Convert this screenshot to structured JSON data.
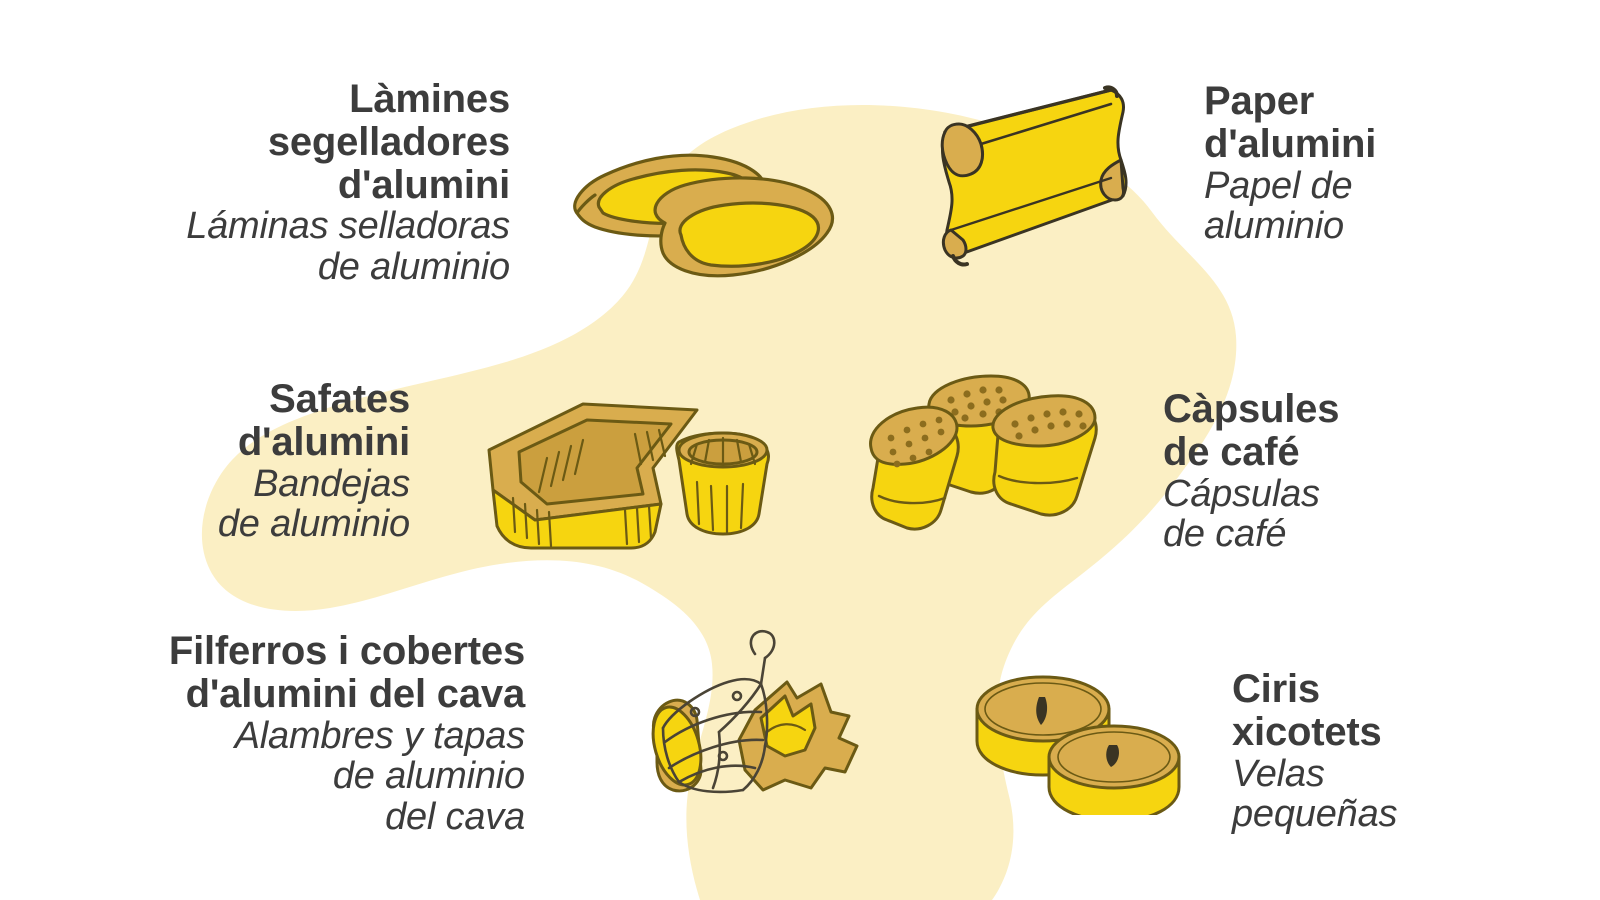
{
  "theme": {
    "background": "#ffffff",
    "blob": "#fbefc4",
    "text": "#3c3c3c",
    "foil_bright": "#f6d510",
    "foil_yellow": "#f7d822",
    "foil_tan": "#d9ad4e",
    "foil_tan_dark": "#c79b39",
    "outline": "#6b5a14",
    "outline_dark": "#3a3423"
  },
  "items": [
    {
      "id": "sealing-foils",
      "side": "left",
      "ca": [
        "Làmines",
        "segelladores",
        "d'alumini"
      ],
      "es": [
        "Láminas selladoras",
        "de aluminio"
      ],
      "art": "aluminium-sealing-foils-illustration"
    },
    {
      "id": "aluminium-foil",
      "side": "right",
      "ca": [
        "Paper",
        "d'alumini"
      ],
      "es": [
        "Papel de",
        "aluminio"
      ],
      "art": "aluminium-foil-roll-illustration"
    },
    {
      "id": "aluminium-trays",
      "side": "left",
      "ca": [
        "Safates",
        "d'alumini"
      ],
      "es": [
        "Bandejas",
        "de aluminio"
      ],
      "art": "aluminium-tray-illustration"
    },
    {
      "id": "coffee-capsules",
      "side": "right",
      "ca": [
        "Càpsules",
        "de café"
      ],
      "es": [
        "Cápsulas",
        "de café"
      ],
      "art": "coffee-capsules-illustration"
    },
    {
      "id": "cava-wires",
      "side": "left",
      "ca": [
        "Filferros i cobertes",
        "d'alumini del cava"
      ],
      "es": [
        "Alambres y tapas",
        "de aluminio",
        "del cava"
      ],
      "art": "cava-wire-cage-illustration"
    },
    {
      "id": "small-candles",
      "side": "right",
      "ca": [
        "Ciris",
        "xicotets"
      ],
      "es": [
        "Velas",
        "pequeñas"
      ],
      "art": "tea-light-candles-illustration"
    }
  ]
}
